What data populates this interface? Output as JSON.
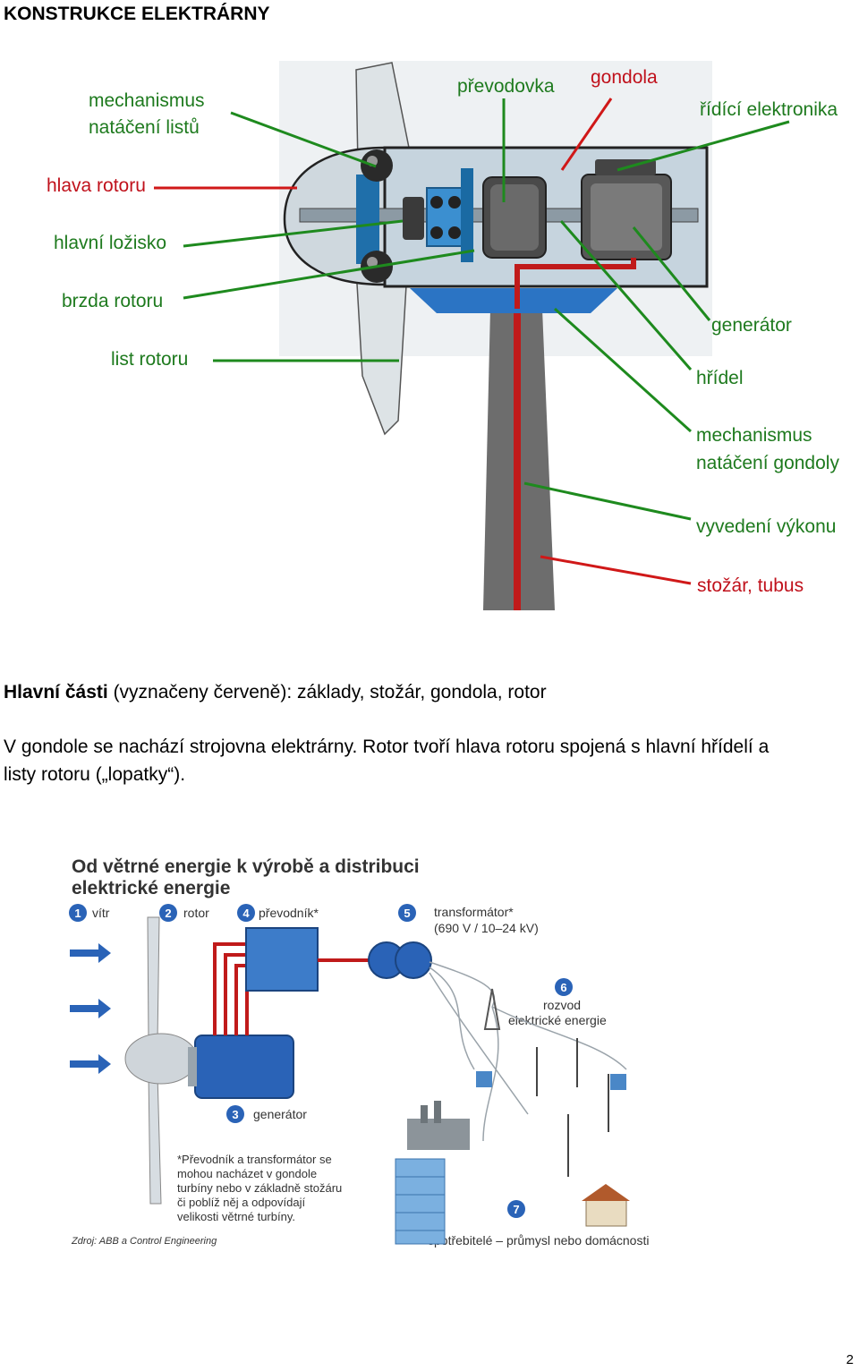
{
  "header": {
    "title": "KONSTRUKCE ELEKTRÁRNY"
  },
  "diagram1": {
    "labels": {
      "blade_pitch_1": "mechanismus",
      "blade_pitch_2": "natáčení listů",
      "gearbox": "převodovka",
      "nacelle": "gondola",
      "control": "řídící elektronika",
      "hub": "hlava rotoru",
      "main_bearing": "hlavní ložisko",
      "brake": "brzda rotoru",
      "blade": "list rotoru",
      "generator": "generátor",
      "shaft": "hřídel",
      "yaw_1": "mechanismus",
      "yaw_2": "natáčení gondoly",
      "power_out": "vyvedení výkonu",
      "tower": "stožár, tubus"
    }
  },
  "text": {
    "main_parts_bold": "Hlavní části",
    "main_parts_rest": " (vyznačeny červeně): základy, stožár, gondola, rotor",
    "desc_line1": "V gondole se nachází strojovna elektrárny. Rotor tvoří hlava rotoru spojená s hlavní hřídelí a",
    "desc_line2": "listy rotoru („lopatky“)."
  },
  "diagram2": {
    "title1": "Od větrné energie k výrobě a distribuci",
    "title2": "elektrické energie",
    "steps": {
      "n1": "1",
      "wind": "vítr",
      "n2": "2",
      "rotor": "rotor",
      "n4": "4",
      "converter": "převodník*",
      "n5": "5",
      "transformer": "transformátor*",
      "transformer_spec": "(690 V / 10–24 kV)",
      "n6": "6",
      "distribution_1": "rozvod",
      "distribution_2": "elektrické energie",
      "n3": "3",
      "generator": "generátor",
      "n7": "7",
      "consumers": "spotřebitelé – průmysl nebo domácnosti"
    },
    "note": [
      "*Převodník a transformátor se",
      "mohou nacházet v gondole",
      "turbíny nebo v základně stožáru",
      "či poblíž něj a odpovídají",
      "velikosti větrné turbíny."
    ],
    "source": "Zdroj: ABB a Control Engineering"
  },
  "footer": {
    "page_number": "2"
  },
  "colors": {
    "green_label": "#1e7a1e",
    "red_label": "#c0111b",
    "accent_blue": "#2a63b7",
    "tower_gray": "#6d6d6d"
  }
}
